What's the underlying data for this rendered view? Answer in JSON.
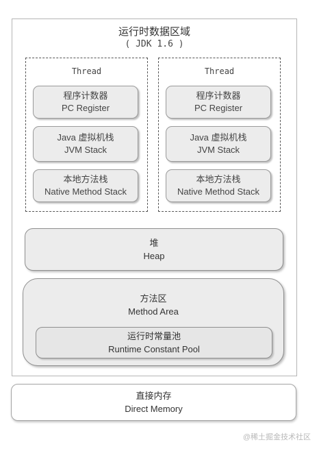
{
  "title": "运行时数据区域",
  "subtitle": "( JDK 1.6 )",
  "threads": [
    {
      "label": "Thread",
      "pc_register": {
        "zh": "程序计数器",
        "en": "PC Register"
      },
      "jvm_stack": {
        "zh": "Java 虚拟机栈",
        "en": "JVM Stack"
      },
      "native_stack": {
        "zh": "本地方法栈",
        "en": "Native Method Stack"
      }
    },
    {
      "label": "Thread",
      "pc_register": {
        "zh": "程序计数器",
        "en": "PC Register"
      },
      "jvm_stack": {
        "zh": "Java 虚拟机栈",
        "en": "JVM Stack"
      },
      "native_stack": {
        "zh": "本地方法栈",
        "en": "Native Method Stack"
      }
    }
  ],
  "heap": {
    "zh": "堆",
    "en": "Heap"
  },
  "method_area": {
    "zh": "方法区",
    "en": "Method Area"
  },
  "runtime_constant_pool": {
    "zh": "运行时常量池",
    "en": "Runtime Constant Pool"
  },
  "direct_memory": {
    "zh": "直接内存",
    "en": "Direct Memory"
  },
  "watermark": "@稀土掘金技术社区"
}
